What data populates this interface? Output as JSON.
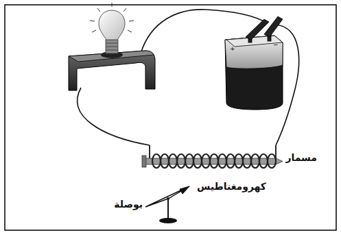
{
  "diagram": {
    "labels": [
      "مسمار",
      "كهرومغناطيس",
      "بوصلة"
    ]
  }
}
